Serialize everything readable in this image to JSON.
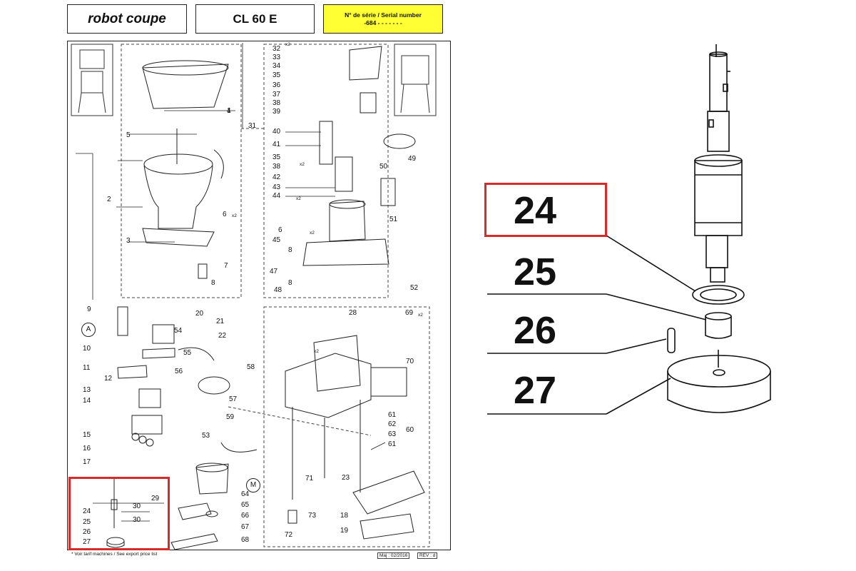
{
  "header": {
    "brand": "robot coupe",
    "model": "CL 60 E",
    "serial_line1": "N° de série / Serial number",
    "serial_line2": "-684 - - - - -   - -"
  },
  "footer": {
    "note": "* Voir tarif machines / See export price list",
    "date": "Maj : 02/2016",
    "rev": "REV : d"
  },
  "part_numbers": [
    "1",
    "2",
    "3",
    "4",
    "5",
    "6",
    "8",
    "7",
    "9",
    "A",
    "10",
    "11",
    "12",
    "13",
    "14",
    "15",
    "16",
    "17",
    "20",
    "21",
    "22",
    "28",
    "69",
    "54",
    "55",
    "56",
    "57",
    "58",
    "59",
    "53",
    "70",
    "61",
    "62",
    "63",
    "60",
    "61",
    "M",
    "64",
    "65",
    "66",
    "67",
    "68",
    "71",
    "23",
    "18",
    "19",
    "72",
    "73",
    "29",
    "30",
    "30",
    "24",
    "25",
    "26",
    "27",
    "31",
    "32",
    "33",
    "34",
    "35",
    "36",
    "37",
    "38",
    "39",
    "40",
    "41",
    "35",
    "38",
    "42",
    "43",
    "44",
    "49",
    "50",
    "51",
    "6",
    "45",
    "8",
    "47",
    "8",
    "48",
    "52"
  ],
  "qty_marks": [
    "x2",
    "x2",
    "x2",
    "x2",
    "x2",
    "x2",
    "x2"
  ],
  "zoom": {
    "labels": [
      "24",
      "25",
      "26",
      "27"
    ],
    "highlight": "24"
  },
  "colors": {
    "highlight_red": "#d62b2b",
    "serial_yellow": "#ffff33",
    "line": "#222222"
  }
}
